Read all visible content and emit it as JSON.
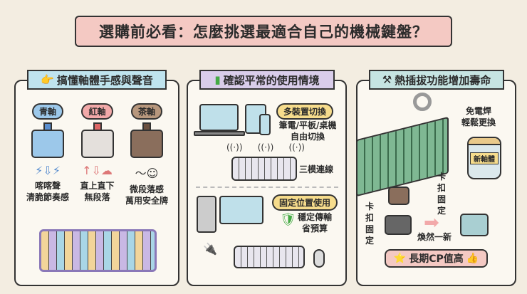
{
  "title": "選購前必看：怎麼挑選最適合自己的機械鍵盤？",
  "panels": [
    {
      "header": "搞懂軸體手感與聲音",
      "icon": "pointing-hand-icon",
      "color": "#bfe3ee",
      "switches": [
        {
          "name": "青軸",
          "color": "#9cc8ea",
          "desc1": "喀喀聲",
          "desc2": "清脆節奏感"
        },
        {
          "name": "紅軸",
          "color": "#f2a9a9",
          "desc1": "直上直下",
          "desc2": "無段落"
        },
        {
          "name": "茶軸",
          "color": "#b7977d",
          "desc1": "微段落感",
          "desc2": "萬用安全牌"
        }
      ]
    },
    {
      "header": "確認平常的使用情境",
      "icon": "battery-icon",
      "color": "#d9cdea",
      "wireless": {
        "badge": "多裝置切換",
        "line1": "筆電/平板/桌機",
        "line2": "自由切換",
        "mode": "三模連線"
      },
      "wired": {
        "badge": "固定位置使用",
        "line1": "穩定傳輸",
        "line2": "省預算"
      }
    },
    {
      "header": "熱插拔功能增加壽命",
      "icon": "tools-icon",
      "color": "#c6e4e2",
      "no_solder1": "免電焊",
      "no_solder2": "輕鬆更換",
      "jar_label": "新軸體",
      "clip": "卡扣固定",
      "clip_vertical": "卡扣固定",
      "renew": "煥然一新",
      "badge": "長期CP值高"
    }
  ]
}
